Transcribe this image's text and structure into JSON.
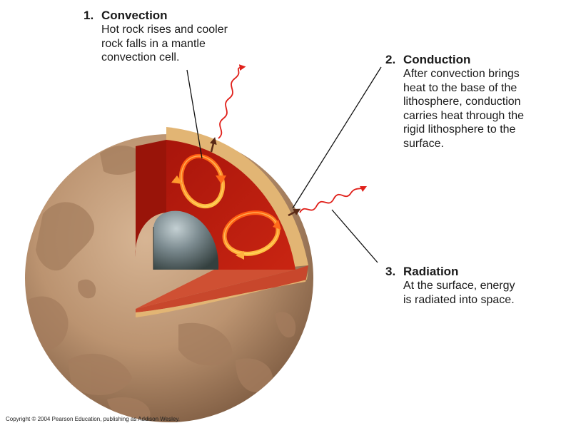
{
  "labels": [
    {
      "number": "1.",
      "title": "Convection",
      "lines": [
        "Hot rock rises and cooler",
        "rock falls in a mantle",
        "convection cell."
      ]
    },
    {
      "number": "2.",
      "title": "Conduction",
      "lines": [
        "After convection brings",
        "heat to the base of the",
        "lithosphere, conduction",
        "carries heat through the",
        "rigid lithosphere to the",
        "surface."
      ]
    },
    {
      "number": "3.",
      "title": "Radiation",
      "lines": [
        "At the surface, energy",
        "is radiated into space."
      ]
    }
  ],
  "copyright": "Copyright © 2004 Pearson Education, publishing as Addison Wesley.",
  "colors": {
    "planet_surface": "#b9916d",
    "planet_patches": "#a07a5c",
    "lithosphere": "#e2b574",
    "mantle": "#bf1d0c",
    "mantle_floor": "#c8472c",
    "core": "#66777d",
    "convection_arrow": "#ff8a1a",
    "radiation_arrow": "#e0201a",
    "conduction_arrow": "#5a2a16"
  }
}
